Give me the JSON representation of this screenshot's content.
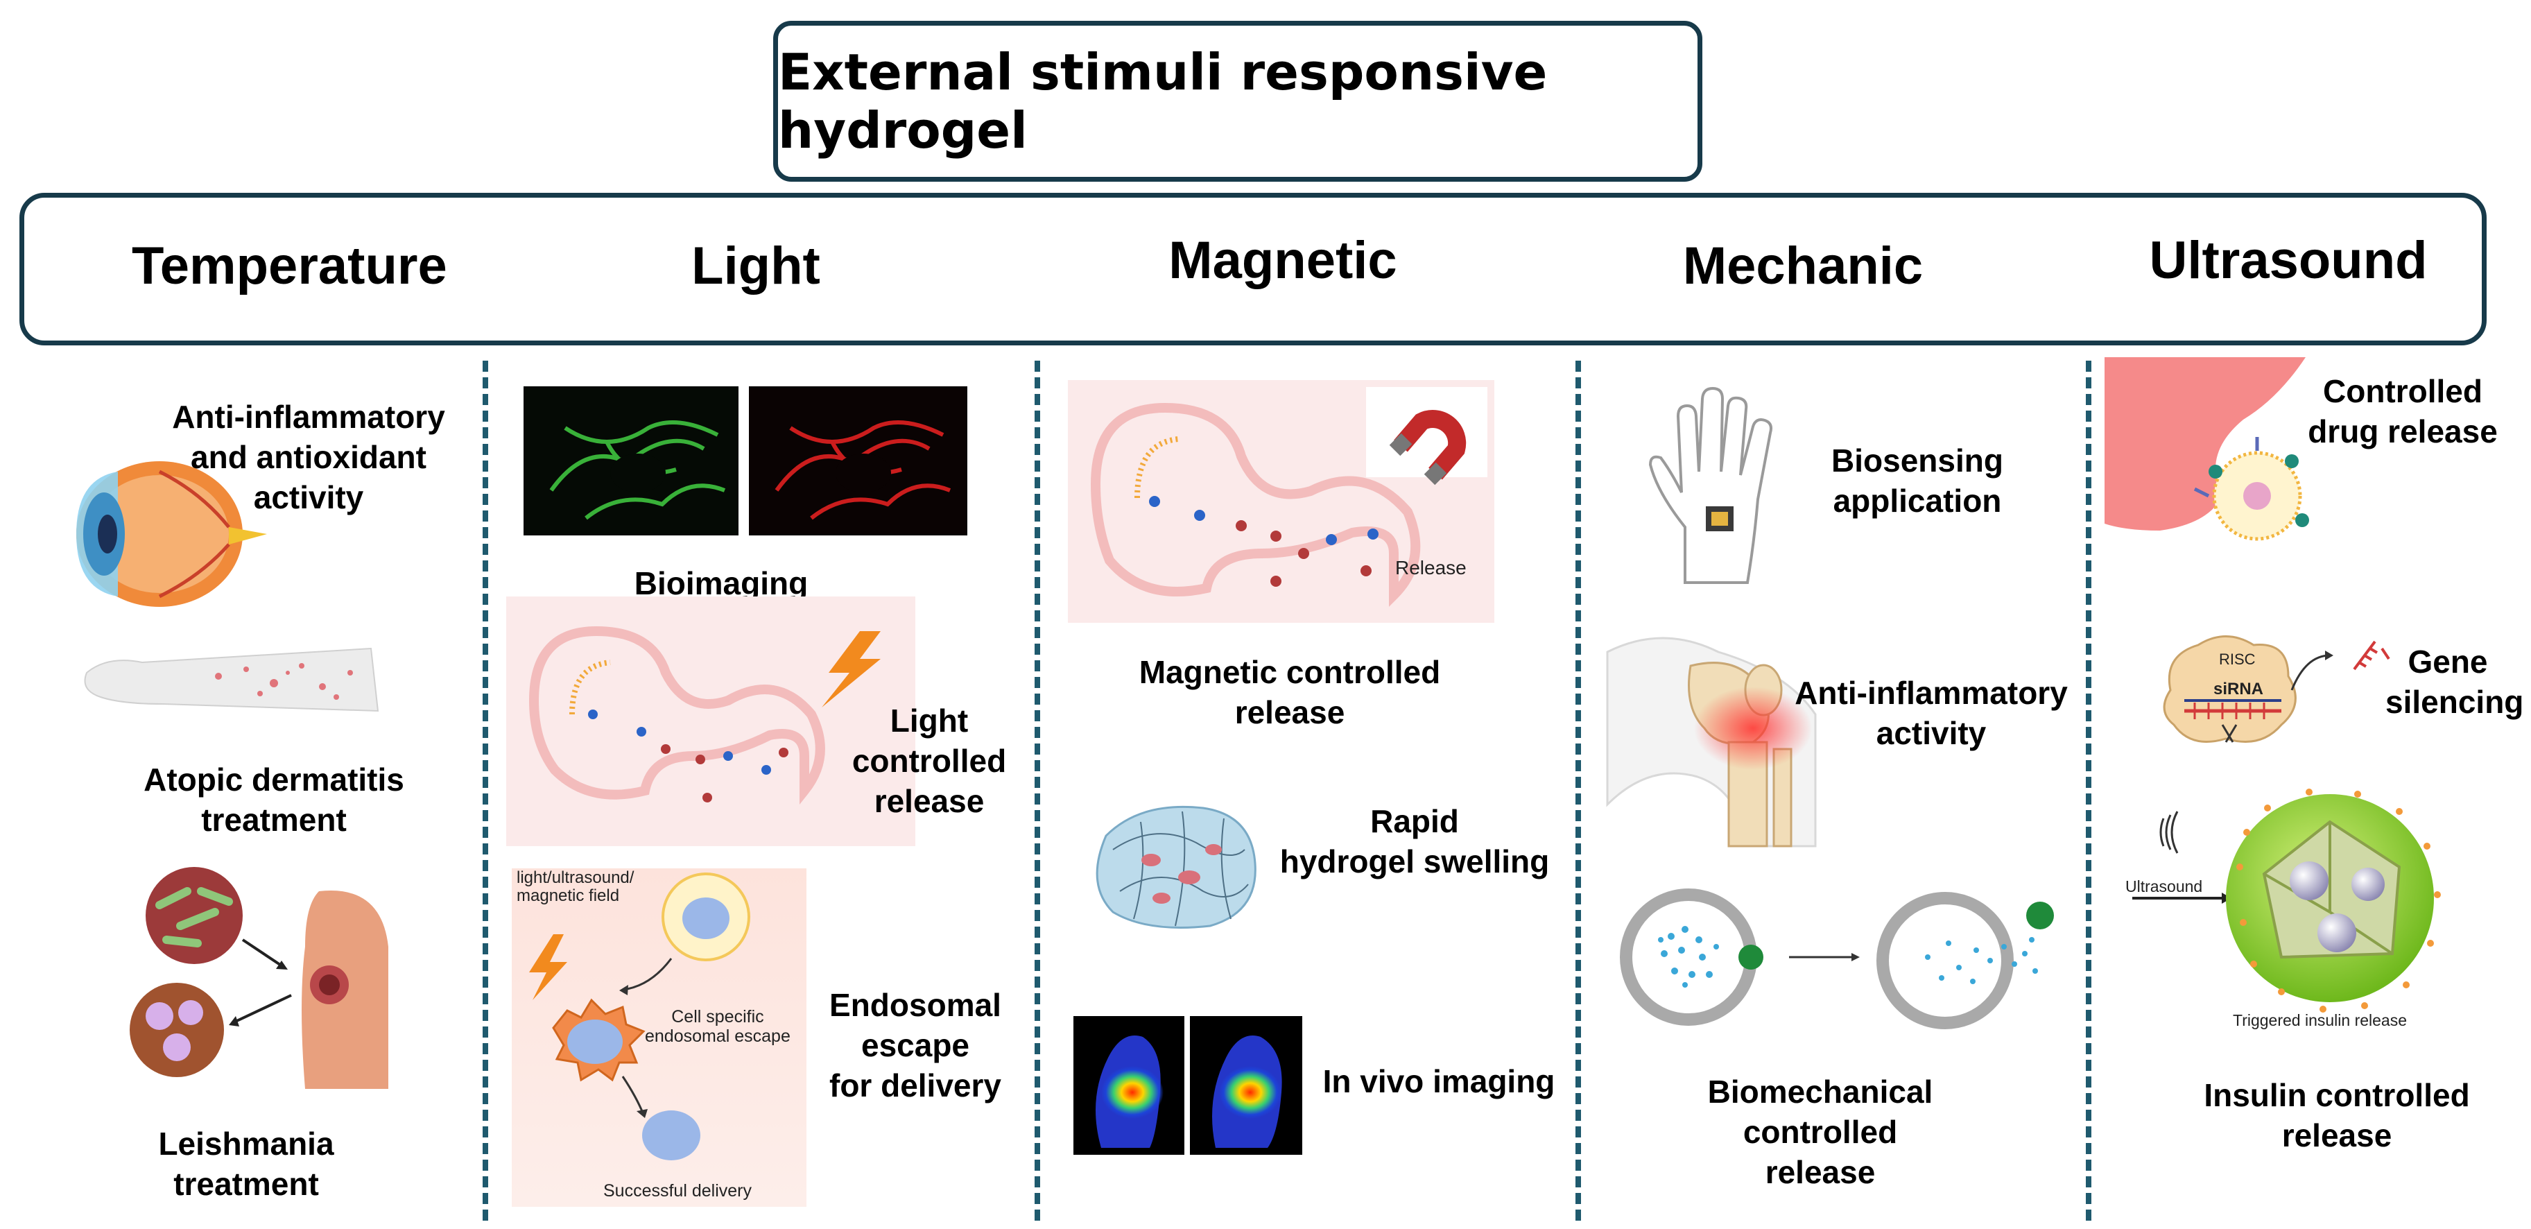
{
  "title": "External stimuli responsive hydrogel",
  "categories": [
    "Temperature",
    "Light",
    "Magnetic",
    "Mechanic",
    "Ultrasound"
  ],
  "temperature": {
    "anti_inflammatory": [
      "Anti-inflammatory",
      "and antioxidant",
      "activity"
    ],
    "atopic": [
      "Atopic dermatitis",
      "treatment"
    ],
    "leishmania": [
      "Leishmania",
      "treatment"
    ]
  },
  "light": {
    "bioimaging": "Bioimaging",
    "light_release": [
      "Light",
      "controlled",
      "release"
    ],
    "endosomal": [
      "Endosomal",
      "escape",
      "for delivery"
    ],
    "stimuli_note": [
      "light/ultrasound/",
      "magnetic field"
    ],
    "cell_specific": [
      "Cell specific",
      "endosomal escape"
    ],
    "successful": "Successful delivery"
  },
  "magnetic": {
    "release_small": "Release",
    "magnetic_release": [
      "Magnetic controlled",
      "release"
    ],
    "swelling": [
      "Rapid",
      "hydrogel swelling"
    ],
    "in_vivo": "In vivo imaging"
  },
  "mechanic": {
    "biosensing": [
      "Biosensing",
      "application"
    ],
    "anti_inflammatory": [
      "Anti-inflammatory",
      "activity"
    ],
    "biomechanical": [
      "Biomechanical",
      "controlled",
      "release"
    ]
  },
  "ultrasound": {
    "drug_release": [
      "Controlled",
      "drug release"
    ],
    "risc": "RISC",
    "sirna": "siRNA",
    "gene_silencing": [
      "Gene",
      "silencing"
    ],
    "ultrasound_small": "Ultrasound",
    "triggered": "Triggered insulin release",
    "insulin": [
      "Insulin controlled",
      "release"
    ]
  }
}
